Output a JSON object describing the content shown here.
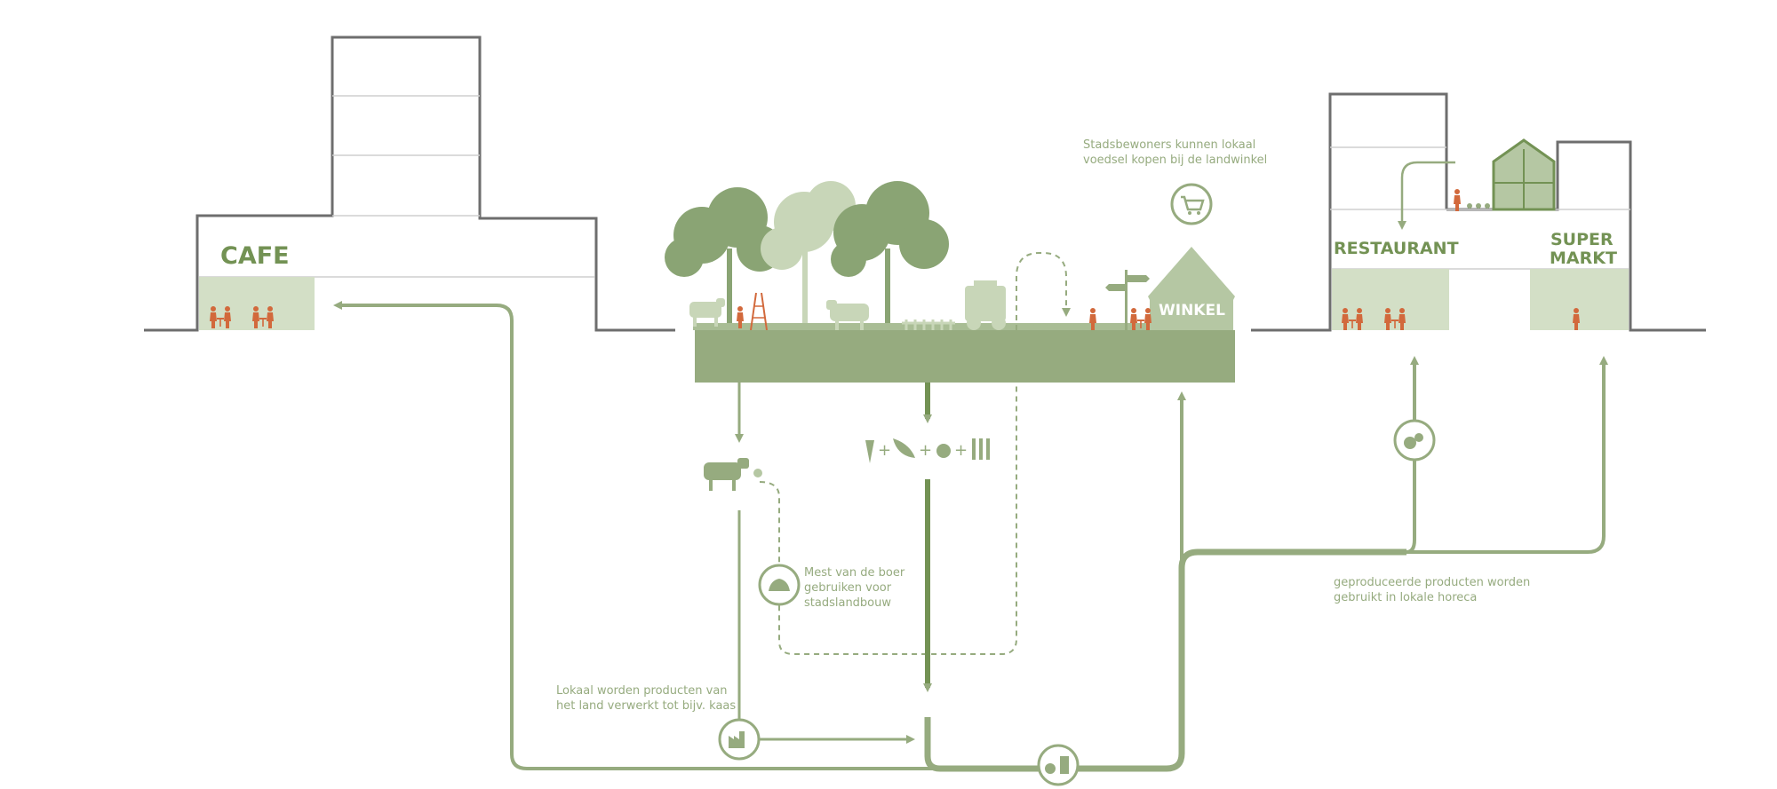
{
  "labels": {
    "cafe": "CAFE",
    "winkel": "WINKEL",
    "restaurant": "RESTAURANT",
    "super": "SUPER",
    "markt": "MARKT"
  },
  "annotations": {
    "winkel_note": [
      "Stadsbewoners kunnen lokaal",
      "voedsel kopen bij de landwinkel"
    ],
    "mest_note": [
      "Mest van de boer",
      "gebruiken voor",
      "stadslandbouw"
    ],
    "kaas_note": [
      "Lokaal worden producten van",
      "het land verwerkt tot bijv. kaas"
    ],
    "horeca_note": [
      "geproduceerde producten worden",
      "gebruikt in lokale horeca"
    ]
  },
  "colors": {
    "green_dark": "#739254",
    "green_mid": "#96ab7f",
    "green_light": "#d3dfc6",
    "building_outline": "#6e6e6e",
    "people_orange": "#d2693c"
  }
}
